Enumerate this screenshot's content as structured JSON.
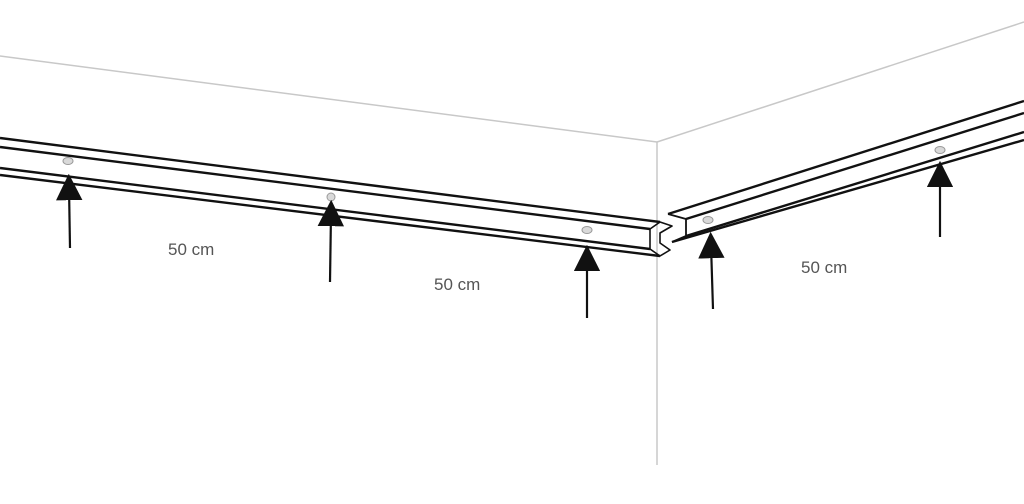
{
  "spacing_labels": {
    "left": "50 cm",
    "middle": "50 cm",
    "right": "50 cm"
  },
  "colors": {
    "wall_edge": "#c8c8c8",
    "rail_stroke": "#111111",
    "arrow": "#111111",
    "screw_hole_fill": "#d9d9d9",
    "screw_hole_stroke": "#9a9a9a",
    "label_text": "#555555"
  }
}
